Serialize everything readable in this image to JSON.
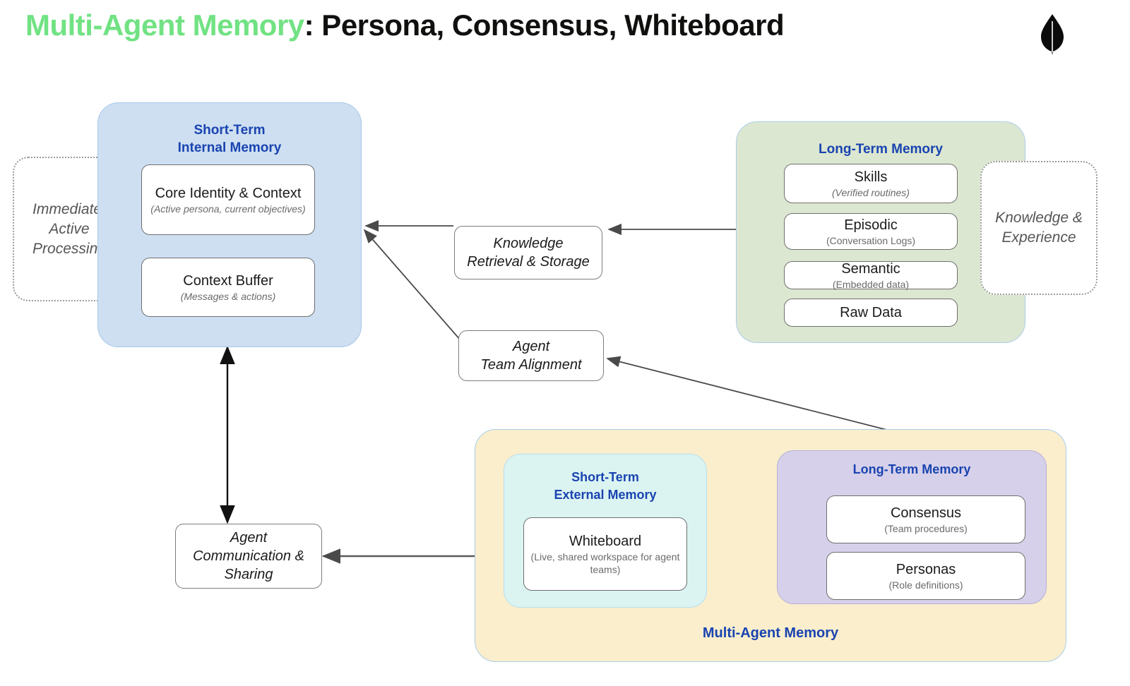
{
  "header": {
    "title_green": "Multi-Agent Memory",
    "title_black": ": Persona, Consensus, Whiteboard",
    "logo_name": "mongodb-leaf-logo"
  },
  "colors": {
    "title_green": "#71E283",
    "group_heading_blue": "#1944B0",
    "short_term_internal_bg": "#CEDFF2",
    "long_term_memory_bg": "#DCE7D1",
    "multi_agent_memory_bg": "#FAEECD",
    "short_term_external_bg": "#DBF4F2",
    "multi_long_term_bg": "#D6D0EA"
  },
  "short_term_internal": {
    "title": "Short-Term\nInternal Memory",
    "cards": [
      {
        "title": "Core Identity & Context",
        "subtitle": "(Active persona, current objectives)"
      },
      {
        "title": "Context Buffer",
        "subtitle": "(Messages & actions)"
      }
    ]
  },
  "left_note": {
    "text": "Immediate,\nActive\nProcessing"
  },
  "right_note": {
    "text": "Knowledge &\nExperience"
  },
  "long_term_memory": {
    "title": "Long-Term Memory",
    "cards": [
      {
        "title": "Skills",
        "subtitle": "(Verified routines)"
      },
      {
        "title": "Episodic",
        "subtitle": "(Conversation Logs)"
      },
      {
        "title": "Semantic",
        "subtitle": "(Embedded data)"
      },
      {
        "title": "Raw Data",
        "subtitle": ""
      }
    ]
  },
  "connectors": {
    "knowledge_retrieval": "Knowledge\nRetrieval & Storage",
    "agent_team_alignment": "Agent\nTeam Alignment",
    "agent_communication": "Agent\nCommunication &\nSharing"
  },
  "multi_agent_memory": {
    "band_label": "Multi-Agent Memory",
    "short_term_external": {
      "title": "Short-Term\nExternal Memory",
      "cards": [
        {
          "title": "Whiteboard",
          "subtitle": "(Live, shared workspace for agent teams)"
        }
      ]
    },
    "long_term": {
      "title": "Long-Term Memory",
      "cards": [
        {
          "title": "Consensus",
          "subtitle": "(Team procedures)"
        },
        {
          "title": "Personas",
          "subtitle": "(Role definitions)"
        }
      ]
    }
  }
}
